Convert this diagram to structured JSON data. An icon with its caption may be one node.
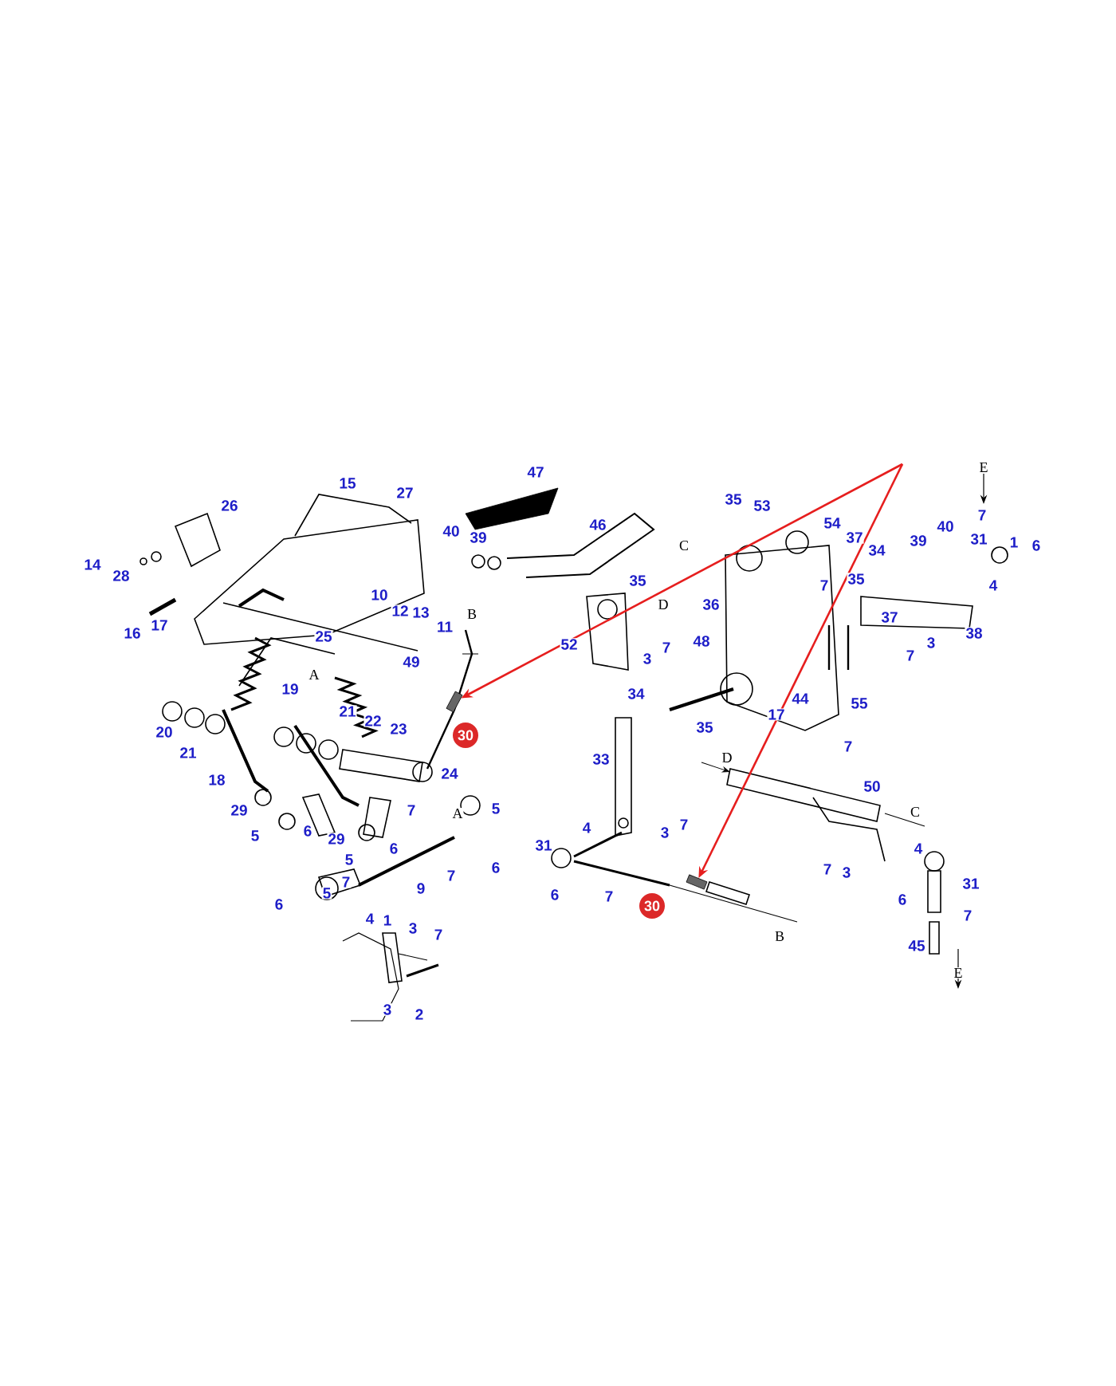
{
  "diagram": {
    "nodes": [
      {
        "text": [
          "30"
        ]
      },
      {
        "text": [
          "30"
        ]
      },
      {
        "text": [],
        "shape": "bar"
      },
      {
        "text": [],
        "shape": "bar"
      }
    ],
    "edges": [
      {
        "from": null,
        "to": 2,
        "arrow": "to"
      },
      {
        "from": null,
        "to": 3,
        "arrow": "to"
      }
    ],
    "labels": [
      "E",
      "47",
      "15",
      "27",
      "35",
      "26",
      "53",
      "7",
      "54",
      "46",
      "40",
      "40",
      "39",
      "37",
      "31",
      "39",
      "1",
      "6",
      "C",
      "34",
      "14",
      "28",
      "35",
      "35",
      "7",
      "4",
      "10",
      "D",
      "36",
      "12",
      "13",
      "B",
      "37",
      "17",
      "11",
      "16",
      "38",
      "25",
      "48",
      "3",
      "52",
      "7",
      "7",
      "3",
      "49",
      "A",
      "19",
      "34",
      "44",
      "55",
      "21",
      "17",
      "22",
      "35",
      "23",
      "20",
      "7",
      "21",
      "D",
      "33",
      "24",
      "18",
      "50",
      "29",
      "7",
      "A",
      "5",
      "C",
      "7",
      "4",
      "6",
      "3",
      "5",
      "29",
      "31",
      "4",
      "6",
      "5",
      "6",
      "7",
      "3",
      "7",
      "7",
      "31",
      "9",
      "5",
      "6",
      "7",
      "6",
      "6",
      "7",
      "4",
      "1",
      "3",
      "7",
      "B",
      "45",
      "E",
      "3",
      "2"
    ]
  }
}
